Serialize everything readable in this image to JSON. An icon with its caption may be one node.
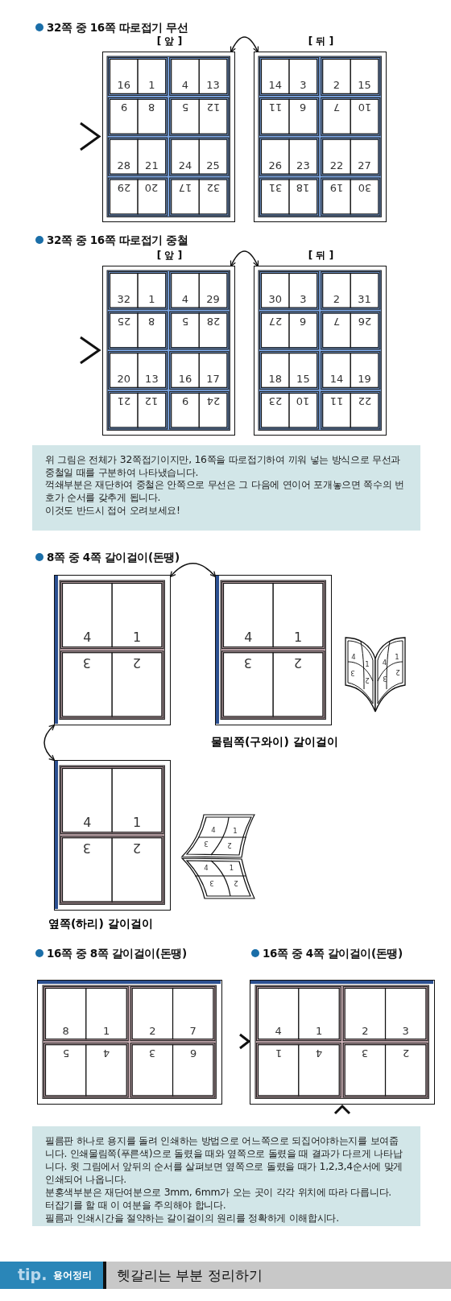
{
  "diagram": {
    "nodes": [
      {
        "text": [
          "[ 앞 ]"
        ]
      },
      {
        "text": [
          "[ 뒤 ]"
        ]
      },
      {
        "text": [
          "[ 앞 ]"
        ]
      },
      {
        "text": [
          "[ 뒤 ]"
        ]
      },
      {
        "text": [],
        "shape": "box"
      },
      {
        "text": [],
        "shape": "box",
        "beside": [
          "물림쪽(구와이) 갈이걸이"
        ]
      },
      {
        "text": [],
        "shape": "box",
        "beside": [
          "옆쪽(하리) 갈이걸이"
        ]
      }
    ],
    "edges": [
      {
        "from": 0,
        "to": 1,
        "arrow": "both"
      },
      {
        "from": 2,
        "to": 3,
        "arrow": "both"
      },
      {
        "from": 4,
        "to": 5,
        "arrow": "both"
      },
      {
        "from": 4,
        "to": 6,
        "arrow": "both"
      }
    ],
    "labels": [
      "32쪽 중 16쪽 따로접기 무선",
      "16",
      "1",
      "4",
      "13",
      "9",
      "8",
      "5",
      "12",
      "28",
      "21",
      "24",
      "25",
      "29",
      "20",
      "17",
      "32",
      "14",
      "3",
      "2",
      "15",
      "11",
      "6",
      "7",
      "10",
      "26",
      "23",
      "22",
      "27",
      "31",
      "18",
      "19",
      "30",
      "32쪽 중 16쪽 따로접기 중철",
      "32",
      "1",
      "4",
      "29",
      "25",
      "8",
      "5",
      "28",
      "20",
      "13",
      "16",
      "17",
      "21",
      "12",
      "9",
      "24",
      "30",
      "3",
      "2",
      "31",
      "27",
      "6",
      "7",
      "26",
      "18",
      "15",
      "14",
      "19",
      "23",
      "10",
      "11",
      "22",
      "위 그림은 전체가 32쪽접기이지만, 16쪽을 따로접기하여 끼워 넣는 방식으로 무선과 중철일 때를 구분하여 나타냈습니다.",
      "꺽쇄부분은 재단하여 중철은 안쪽으로 무선은 그 다음에 연이어 포개놓으면 쪽수의 번호가 순서를 갖추게 됩니다.",
      "이것도 반드시 접어 오려보세요!",
      "8쪽 중 4쪽 갈이걸이(돈땡)",
      "4",
      "1",
      "3",
      "2",
      "4",
      "1",
      "3",
      "2",
      "4",
      "1",
      "3",
      "2",
      "4",
      "1",
      "3",
      "2",
      "4",
      "1",
      "3",
      "2",
      "4",
      "1",
      "3",
      "2",
      "4",
      "1",
      "3",
      "2",
      "16쪽 중 8쪽 갈이걸이(돈땡)",
      "16쪽 중 4쪽 갈이걸이(돈땡)",
      "8",
      "1",
      "2",
      "7",
      "5",
      "4",
      "3",
      "6",
      "4",
      "1",
      "2",
      "3",
      "1",
      "4",
      "3",
      "2",
      "필름판 하나로 용지를 돌려 인쇄하는 방법으로 어느쪽으로 되집어야하는지를 보여줍니다. 인쇄물림쪽(푸른색)으로 돌렸을 때와 옆쪽으로 돌렸을 때 결과가 다르게 나타납니다. 윗 그림에서 앞뒤의 순서를 살펴보면 옆쪽으로 돌렸을 때가 1,2,3,4순서에 맞게 인쇄되어 나옵니다.",
      "분홍색부분은 재단여분으로 3mm, 6mm가 오는 곳이 각각 위치에 따라 다릅니다.",
      "터잡기를 할 때 이 여분을 주의해야 합니다.",
      "필름과 인쇄시간을 절약하는 갈이걸이의 원리를 정확하게 이해합시다.",
      "tip.",
      "용어정리",
      "헷갈리는 부분 정리하기"
    ]
  }
}
